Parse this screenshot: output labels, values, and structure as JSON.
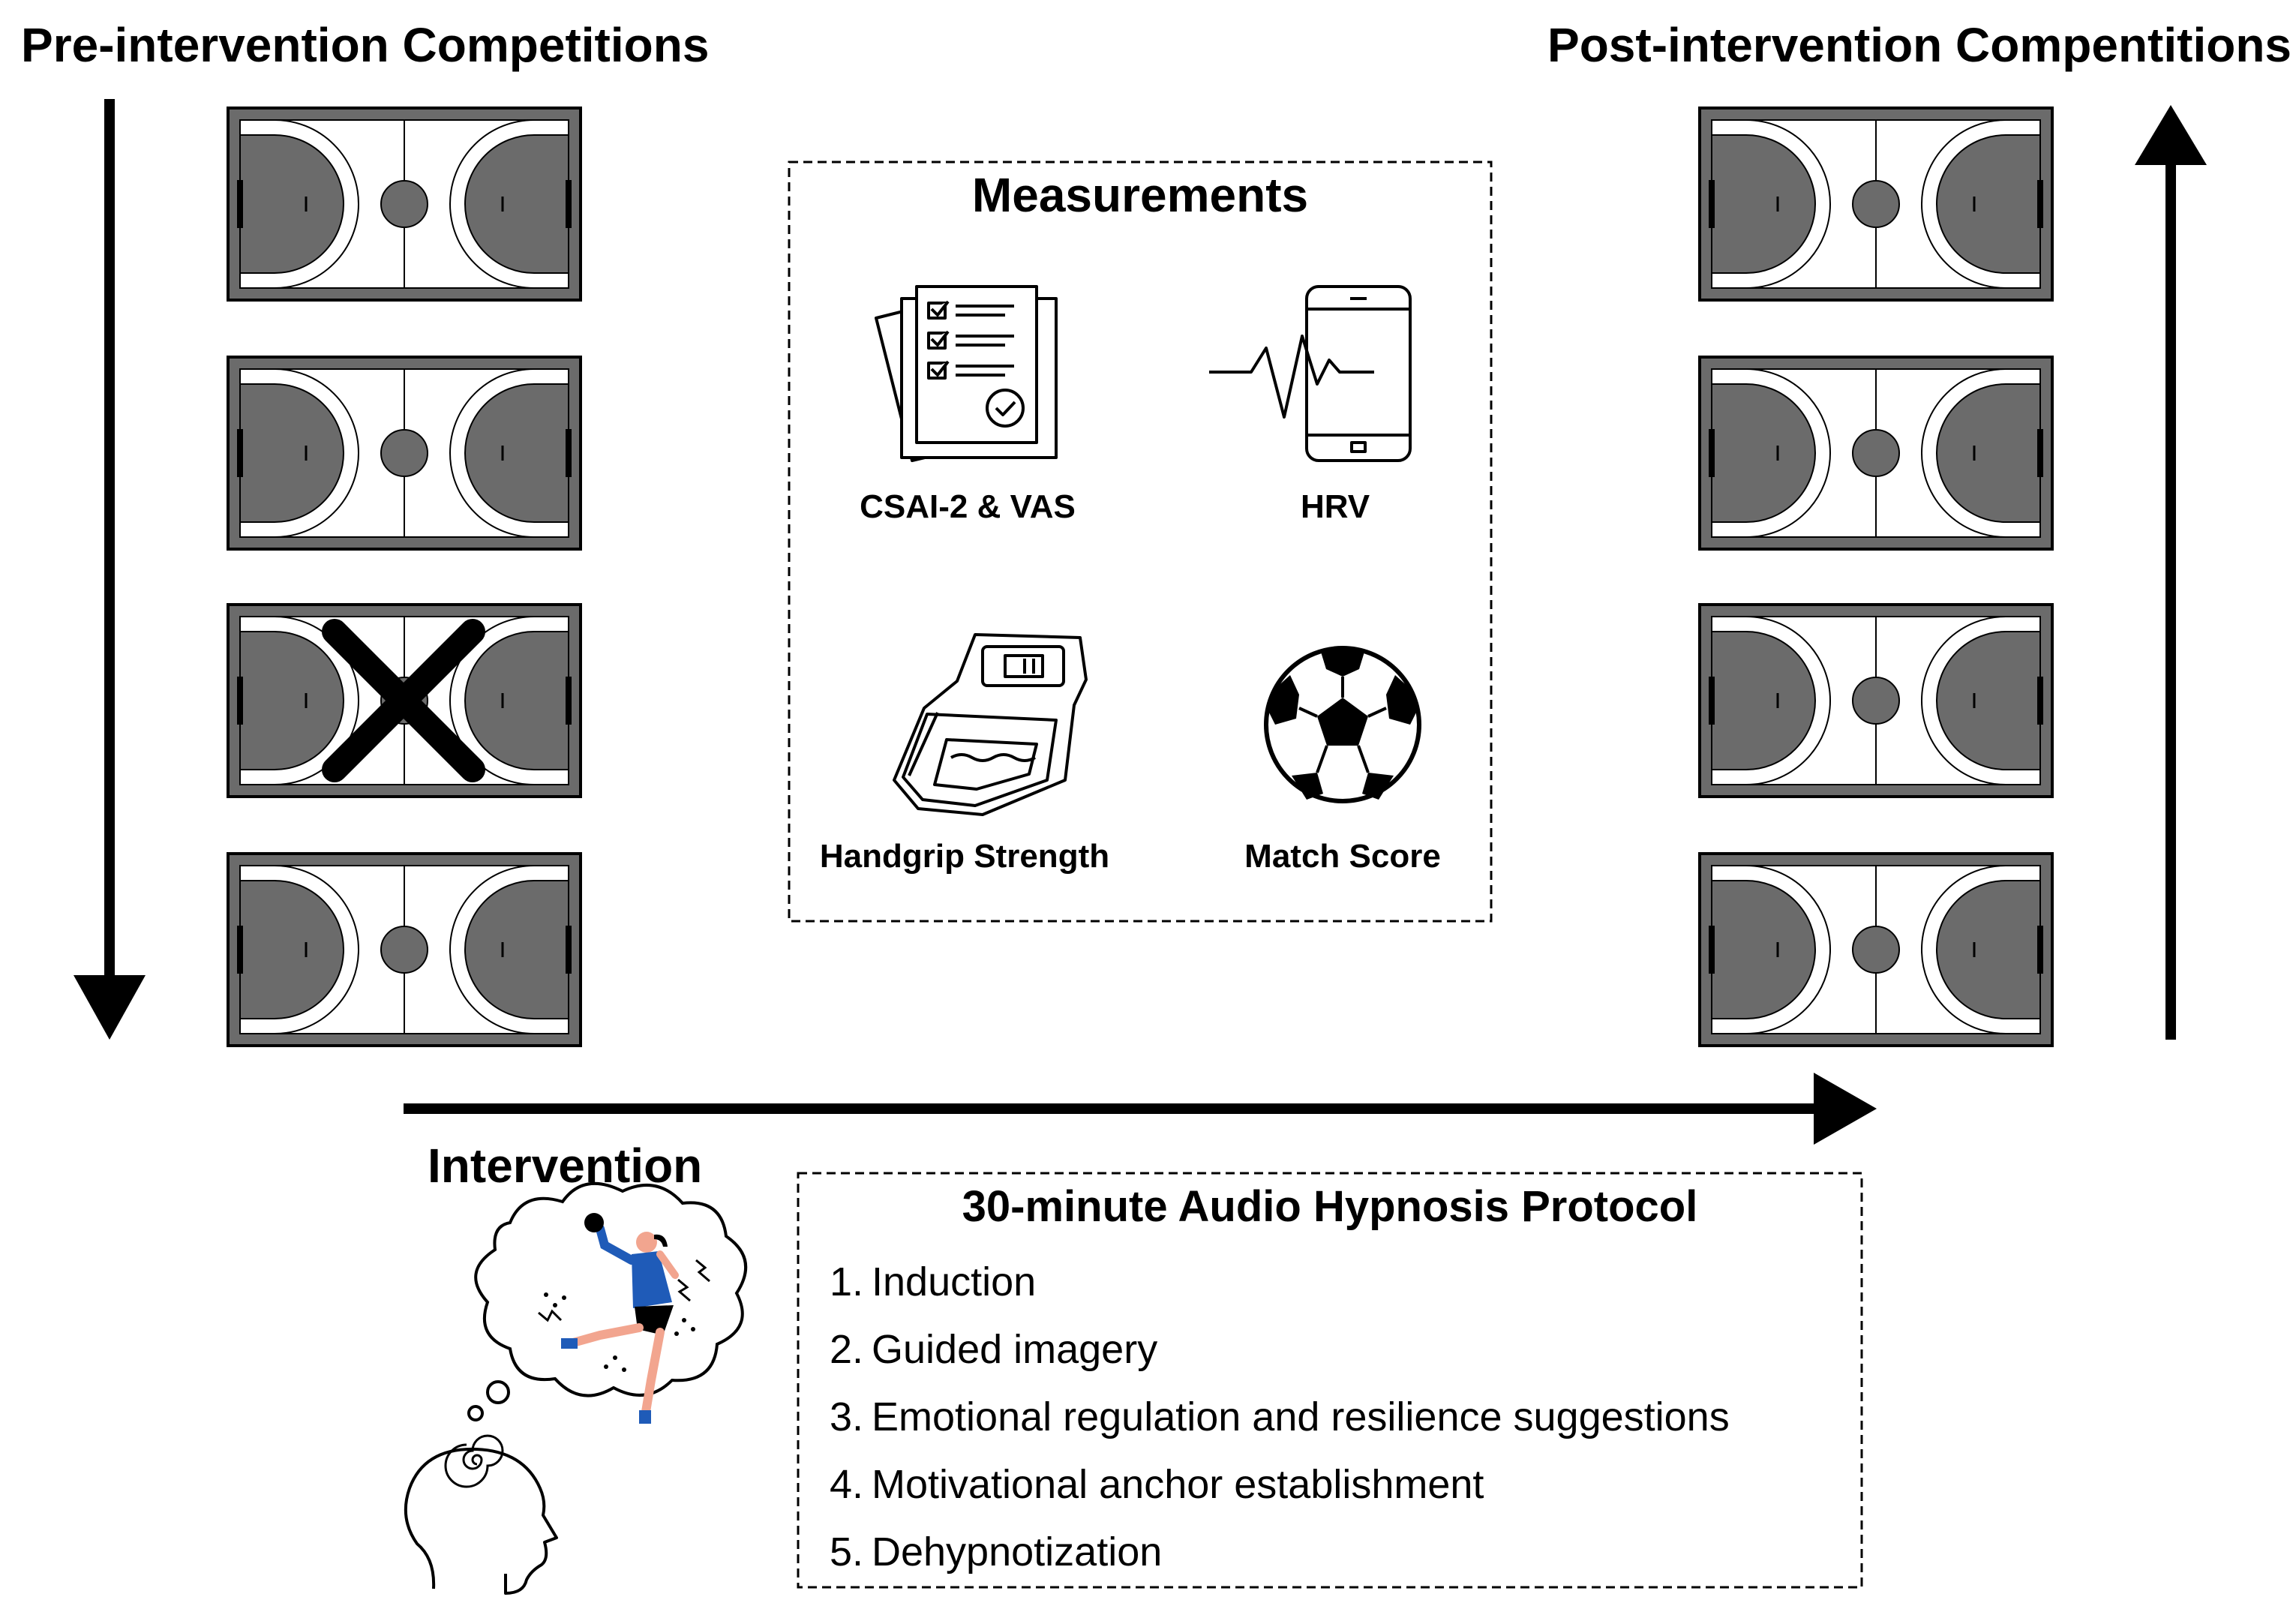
{
  "pre_title": "Pre-intervention Competitions",
  "post_title": "Post-intervention Compentitions",
  "measurements": {
    "title": "Measurements",
    "items": [
      {
        "label": "CSAI-2 & VAS",
        "icon": "questionnaire-icon"
      },
      {
        "label": "HRV",
        "icon": "heart-rate-phone-icon"
      },
      {
        "label": "Handgrip Strength",
        "icon": "dynamometer-icon"
      },
      {
        "label": "Match Score",
        "icon": "ball-icon"
      }
    ]
  },
  "intervention": {
    "label": "Intervention",
    "icon": "hypnosis-head-thought-icon"
  },
  "protocol": {
    "title": "30-minute Audio Hypnosis Protocol",
    "steps": [
      {
        "num": "1.",
        "text": "Induction"
      },
      {
        "num": "2.",
        "text": "Guided imagery"
      },
      {
        "num": "3.",
        "text": "Emotional regulation and resilience suggestions"
      },
      {
        "num": "4.",
        "text": "Motivational anchor establishment"
      },
      {
        "num": "5.",
        "text": "Dehypnotization"
      }
    ]
  },
  "courts": {
    "pre_count": 4,
    "post_count": 4,
    "pre_cancelled": [
      3
    ]
  },
  "colors": {
    "court_frame": "#6b6b6b",
    "court_area": "#6b6b6b",
    "player_shirt": "#1f5bb8",
    "ink": "#000000"
  }
}
